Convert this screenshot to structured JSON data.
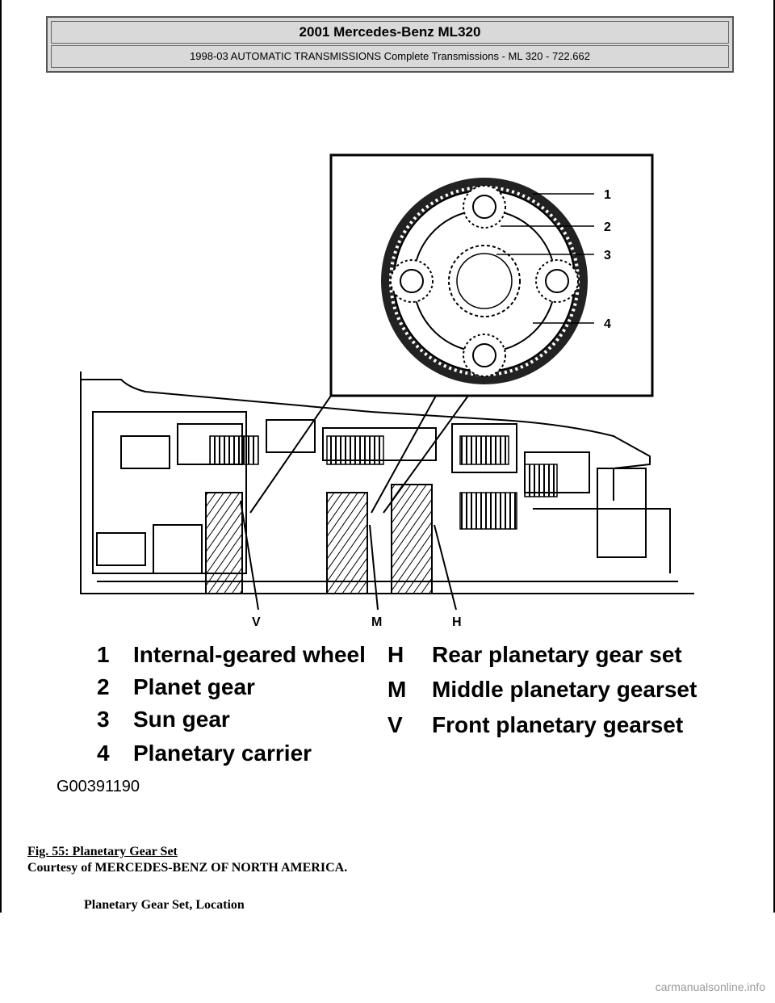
{
  "header": {
    "title": "2001 Mercedes-Benz ML320",
    "subtitle": "1998-03 AUTOMATIC TRANSMISSIONS Complete Transmissions - ML 320 - 722.662"
  },
  "figure": {
    "callouts": [
      "1",
      "2",
      "3",
      "4"
    ],
    "section_letters": [
      "V",
      "M",
      "H"
    ],
    "legend_left": [
      {
        "key": "1",
        "label": "Internal-geared wheel"
      },
      {
        "key": "2",
        "label": "Planet gear"
      },
      {
        "key": "3",
        "label": "Sun gear"
      },
      {
        "key": "4",
        "label": "Planetary carrier"
      }
    ],
    "legend_right": [
      {
        "key": "H",
        "label": "Rear planetary gear set"
      },
      {
        "key": "M",
        "label": "Middle planetary gearset"
      },
      {
        "key": "V",
        "label": "Front planetary gearset"
      }
    ],
    "code": "G00391190"
  },
  "caption": {
    "figure_label": "Fig. 55: Planetary Gear Set",
    "courtesy": "Courtesy of MERCEDES-BENZ OF NORTH AMERICA."
  },
  "section_heading": "Planetary Gear Set, Location",
  "watermark": "carmanualsonline.info"
}
